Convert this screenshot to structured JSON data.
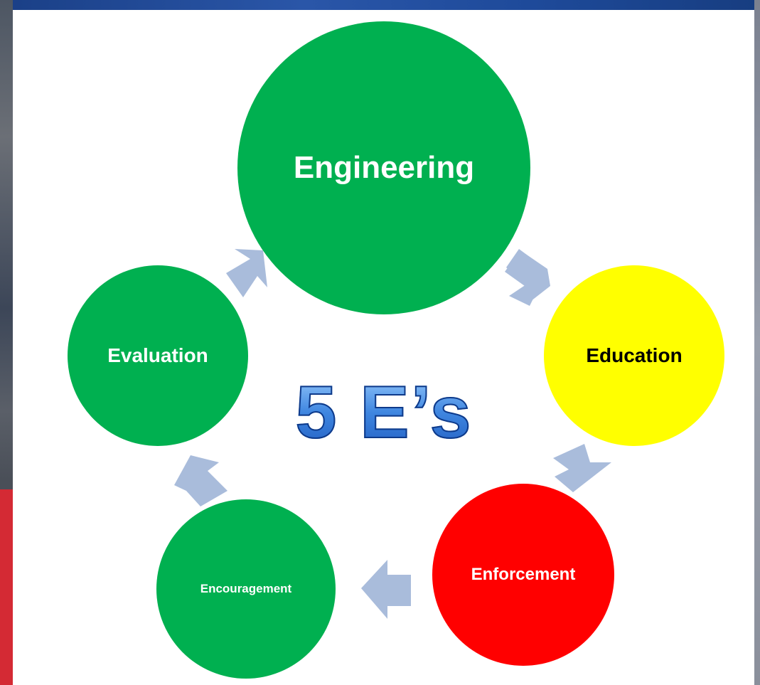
{
  "center_title": "5 E’s",
  "nodes": [
    {
      "id": "engineering",
      "label": "Engineering",
      "color": "#00b050"
    },
    {
      "id": "education",
      "label": "Education",
      "color": "#ffff00"
    },
    {
      "id": "enforcement",
      "label": "Enforcement",
      "color": "#ff0000"
    },
    {
      "id": "encouragement",
      "label": "Encouragement",
      "color": "#00b050"
    },
    {
      "id": "evaluation",
      "label": "Evaluation",
      "color": "#00b050"
    }
  ],
  "connector_color": "#a9bcdb",
  "cycle_order": [
    "engineering",
    "education",
    "enforcement",
    "encouragement",
    "evaluation"
  ]
}
